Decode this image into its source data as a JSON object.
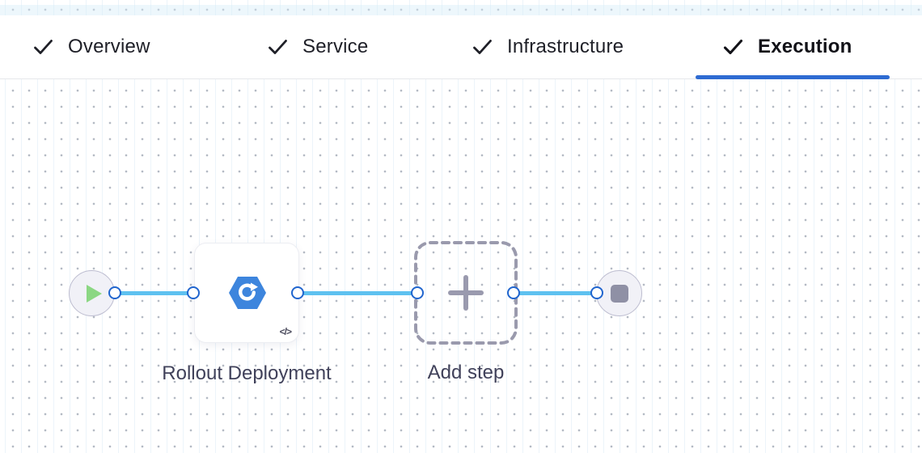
{
  "tabs": {
    "items": [
      {
        "label": "Overview",
        "completed": true,
        "active": false
      },
      {
        "label": "Service",
        "completed": true,
        "active": false
      },
      {
        "label": "Infrastructure",
        "completed": true,
        "active": false
      },
      {
        "label": "Execution",
        "completed": true,
        "active": true
      }
    ],
    "active_tab": "Execution"
  },
  "pipeline": {
    "start_node": {
      "icon": "play-icon"
    },
    "steps": [
      {
        "name": "Rollout Deployment",
        "icon": "rollout-deployment-icon",
        "badge": "</>"
      }
    ],
    "add_step": {
      "label": "Add step",
      "icon": "plus-icon"
    },
    "end_node": {
      "icon": "stop-icon"
    }
  },
  "colors": {
    "accent_blue": "#2e6bd2",
    "connector_blue": "#5ec1f0",
    "port_border_blue": "#2065ce",
    "step_icon_blue": "#3d85dd",
    "play_green": "#8bd783",
    "stop_gray": "#8f90a5",
    "dashed_gray": "#9a9aad",
    "label_color": "#40415a"
  }
}
